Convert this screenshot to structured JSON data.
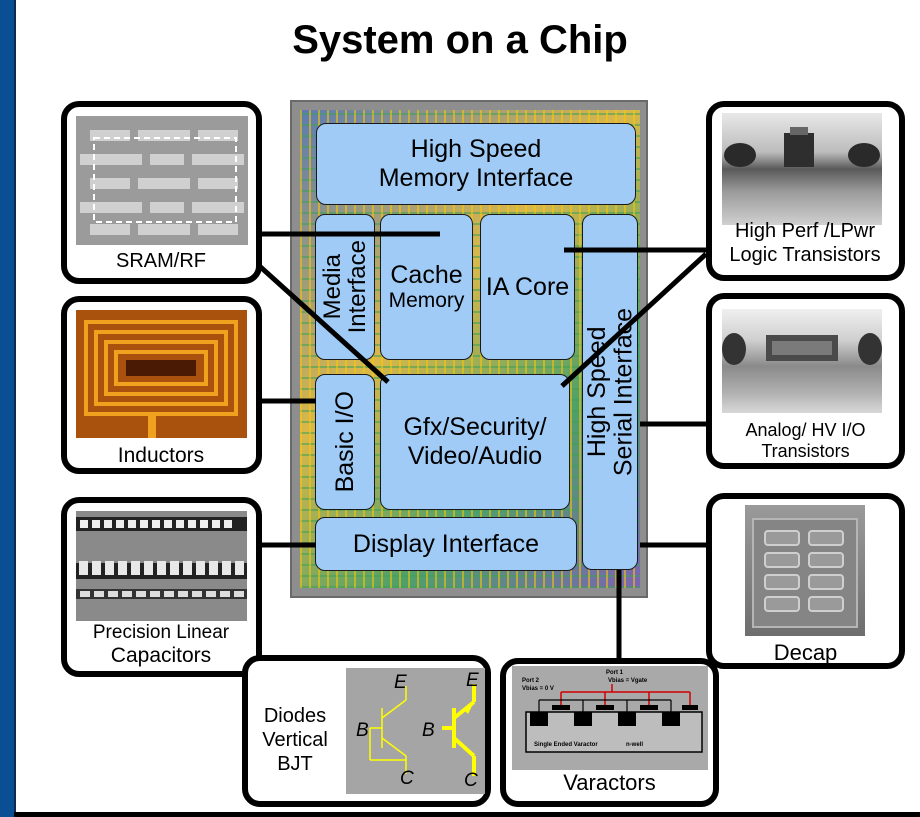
{
  "title": "System on a Chip",
  "die_blocks": {
    "memory_interface": "High Speed\nMemory Interface",
    "media_interface": "Media\nInterface",
    "cache_memory_1": "Cache",
    "cache_memory_2": "Memory",
    "ia_core": "IA Core",
    "serial_interface": "High Speed\nSerial Interface",
    "basic_io": "Basic I/O",
    "gfx_1": "Gfx/Security/",
    "gfx_2": "Video/Audio",
    "display_interface": "Display Interface"
  },
  "callouts": {
    "sram": "SRAM/RF",
    "inductors": "Inductors",
    "capacitors_1": "Precision Linear",
    "capacitors_2": "Capacitors",
    "logic_1": "High Perf /LPwr",
    "logic_2": "Logic Transistors",
    "analog_1": "Analog/ HV I/O",
    "analog_2": "Transistors",
    "decap": "Decap",
    "diodes_1": "Diodes",
    "diodes_2": "Vertical",
    "diodes_3": "BJT",
    "varactors": "Varactors"
  },
  "bjt_symbols": {
    "e": "E",
    "b": "B",
    "c": "C"
  },
  "varactor_diagram": {
    "port1": "Port 1",
    "port2": "Port 2",
    "vbias_left": "Vbias = 0 V",
    "vbias_right": "Vbias = Vgate",
    "label_left": "Single Ended Varactor",
    "label_right": "n-well"
  },
  "colors": {
    "block_fill": "#9fcbf6",
    "frame_blue": "#0a4f93",
    "bjt_yellow": "#ffff00",
    "bjt_bg": "#a5a5a5"
  }
}
